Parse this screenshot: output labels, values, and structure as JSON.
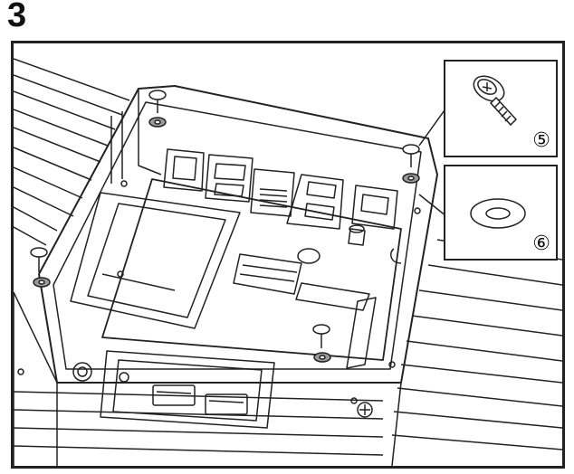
{
  "step": {
    "number": "3"
  },
  "callouts": [
    {
      "label": "⑤",
      "part": "screw-with-washer",
      "icon": "screw-icon"
    },
    {
      "label": "⑥",
      "part": "washer",
      "icon": "washer-icon"
    }
  ],
  "colors": {
    "line": "#222222",
    "washer": "#999999",
    "background": "#ffffff"
  }
}
